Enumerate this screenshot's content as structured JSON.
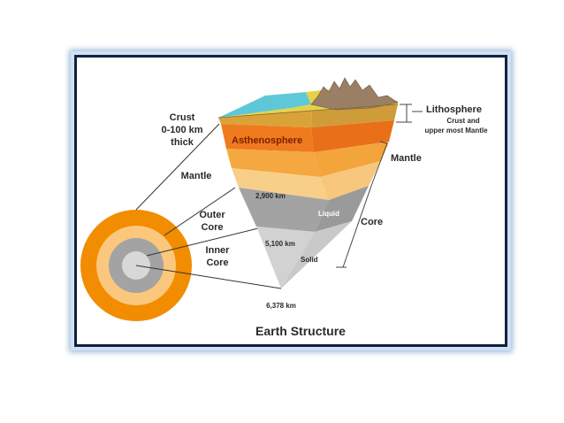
{
  "title": "Earth Structure",
  "labels": {
    "crust": "Crust",
    "crust_depth": "0-100 km",
    "crust_thick": "thick",
    "mantle_left": "Mantle",
    "outer_core_1": "Outer",
    "outer_core_2": "Core",
    "inner_core_1": "Inner",
    "inner_core_2": "Core",
    "asthenosphere": "Asthenosphere",
    "depth_2900": "2,900 km",
    "depth_5100": "5,100 km",
    "depth_6378": "6,378 km",
    "liquid": "Liquid",
    "solid": "Solid",
    "lithosphere": "Lithosphere",
    "lithosphere_sub1": "Crust and",
    "lithosphere_sub2": "upper most Mantle",
    "mantle_right": "Mantle",
    "core_right": "Core"
  },
  "colors": {
    "ocean": "#5fc8d8",
    "crust_land": "#e6d24a",
    "mountains": "#9a7f64",
    "asthenosphere": "#f07a1e",
    "mantle_upper": "#f5b247",
    "mantle_lower": "#f8cf88",
    "outer_core": "#a3a3a3",
    "inner_core": "#d8d8d8",
    "globe_outer": "#f28c00",
    "frame_border": "#10213f"
  }
}
